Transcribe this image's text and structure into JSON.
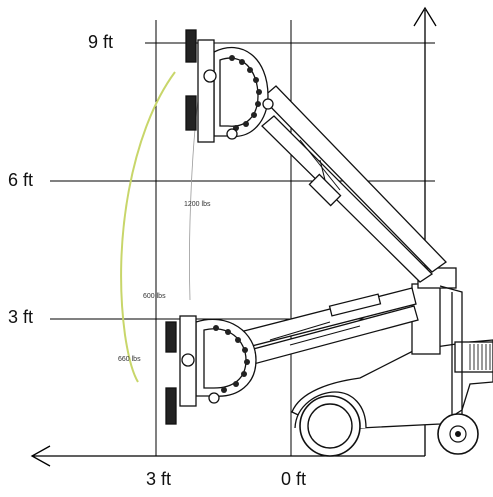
{
  "diagram": {
    "height_labels": [
      "9 ft",
      "6 ft",
      "3 ft"
    ],
    "reach_labels": [
      "3 ft",
      "0 ft"
    ],
    "load_labels": [
      "1200 lbs",
      "600 lbs",
      "660 lbs"
    ],
    "colors": {
      "grid": "#000000",
      "machine": "#111111",
      "reach_arc": "#c8d66a"
    }
  }
}
